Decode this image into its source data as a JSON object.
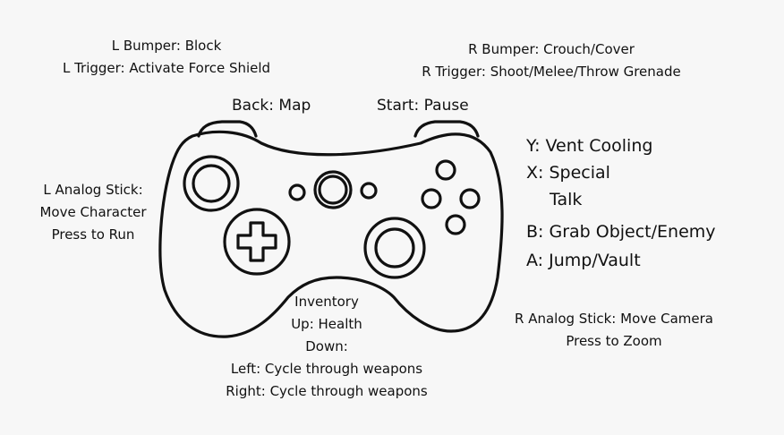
{
  "labels": {
    "l_bumper": "L Bumper: Block",
    "l_trigger": "L Trigger: Activate Force Shield",
    "r_bumper": "R Bumper: Crouch/Cover",
    "r_trigger": "R Trigger: Shoot/Melee/Throw Grenade",
    "back": "Back: Map",
    "start": "Start: Pause",
    "y": "Y: Vent Cooling",
    "x_line1": "X: Special",
    "x_line2": "Talk",
    "b": "B: Grab Object/Enemy",
    "a": "A: Jump/Vault",
    "l_stick_1": "L Analog Stick:",
    "l_stick_2": "Move Character",
    "l_stick_3": "Press to Run",
    "r_stick_1": "R Analog Stick: Move Camera",
    "r_stick_2": "Press to Zoom",
    "dpad_1": "Inventory",
    "dpad_2": "Up: Health",
    "dpad_3": "Down:",
    "dpad_4": "Left: Cycle through weapons",
    "dpad_5": "Right: Cycle through weapons"
  },
  "colors": {
    "ink": "#111111",
    "background": "#f7f7f7"
  }
}
